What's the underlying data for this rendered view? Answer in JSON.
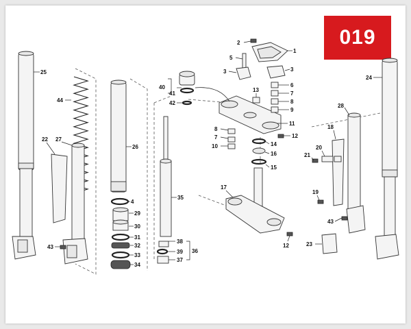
{
  "badge": "019",
  "callouts": {
    "c1": "1",
    "c2": "2",
    "c3a": "3",
    "c3b": "3",
    "c4": "4",
    "c5": "5",
    "c6": "6",
    "c7a": "7",
    "c7b": "7",
    "c8a": "8",
    "c8b": "8",
    "c9": "9",
    "c10": "10",
    "c11": "11",
    "c12a": "12",
    "c12b": "12",
    "c13": "13",
    "c14": "14",
    "c15": "15",
    "c16": "16",
    "c17": "17",
    "c18": "18",
    "c19": "19",
    "c20": "20",
    "c21": "21",
    "c22": "22",
    "c23": "23",
    "c24": "24",
    "c25": "25",
    "c26": "26",
    "c27": "27",
    "c28": "28",
    "c29": "29",
    "c30": "30",
    "c31": "31",
    "c32": "32",
    "c33": "33",
    "c34": "34",
    "c35": "35",
    "c36": "36",
    "c37": "37",
    "c38": "38",
    "c39": "39",
    "c40": "40",
    "c41": "41",
    "c42": "42",
    "c43a": "43",
    "c43b": "43",
    "c44": "44"
  }
}
